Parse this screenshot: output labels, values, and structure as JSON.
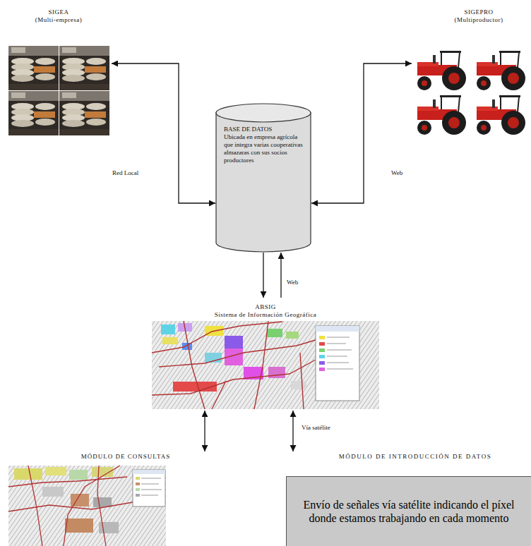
{
  "diagram": {
    "nodes": [
      {
        "text": [
          "SIGEA",
          "(Multi-empresa)"
        ]
      },
      {
        "text": [
          "SIGEPRO",
          "(Multiproductor)"
        ]
      },
      {
        "text": [
          "BASE DE DATOS",
          "Ubicada en empresa agrícola que integra varias cooperativas almazaras con sus socios productores"
        ]
      },
      {
        "text": [
          "ABSIG",
          "Sistema de Información Geográfica"
        ]
      },
      {
        "text": [
          "MÓDULO DE CONSULTAS"
        ]
      },
      {
        "text": [
          "MÓDULO DE INTRODUCCIÓN DE DATOS",
          "Envío de señales vía satélite indicando el píxel donde estamos trabajando en cada momento"
        ]
      }
    ],
    "edges": [
      {
        "from": 0,
        "to": 2,
        "label": "Red Local",
        "arrow": "both"
      },
      {
        "from": 1,
        "to": 2,
        "label": "Web",
        "arrow": "both"
      },
      {
        "from": 2,
        "to": 3,
        "arrow": "to"
      },
      {
        "from": 3,
        "to": 2,
        "label": "Web",
        "arrow": "to"
      },
      {
        "from": 3,
        "to": 4,
        "arrow": "both"
      },
      {
        "from": 3,
        "to": 5,
        "label": "Vía satélite",
        "arrow": "both"
      }
    ]
  }
}
